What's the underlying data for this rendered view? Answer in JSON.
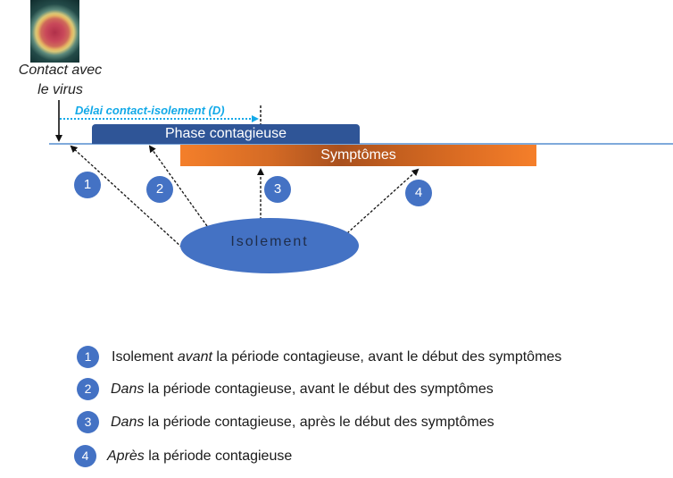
{
  "contact": {
    "line1": "Contact avec",
    "line2": "le virus",
    "image": "virus-image"
  },
  "delay": {
    "label": "Délai contact-isolement (D)"
  },
  "bars": {
    "phase": "Phase contagieuse",
    "symptoms": "Symptômes"
  },
  "isolation": {
    "label": "Isolement"
  },
  "markers": [
    "1",
    "2",
    "3",
    "4"
  ],
  "legend": [
    {
      "num": "1",
      "pre": "Isolement ",
      "em": "avant",
      "post": " la période contagieuse, avant le début des symptômes",
      "em_first": false
    },
    {
      "num": "2",
      "pre": "",
      "em": "Dans",
      "post": " la période contagieuse, avant le début des symptômes",
      "em_first": true
    },
    {
      "num": "3",
      "pre": "",
      "em": "Dans",
      "post": " la période contagieuse, après le début des symptômes",
      "em_first": true
    },
    {
      "num": "4",
      "pre": "",
      "em": "Après",
      "post": " la période contagieuse",
      "em_first": true
    }
  ],
  "colors": {
    "timeline": "#7FAADB",
    "phase": "#2F5597",
    "symptoms": "#F47F2A",
    "marker": "#4472C4",
    "delay": "#12A9E8"
  }
}
